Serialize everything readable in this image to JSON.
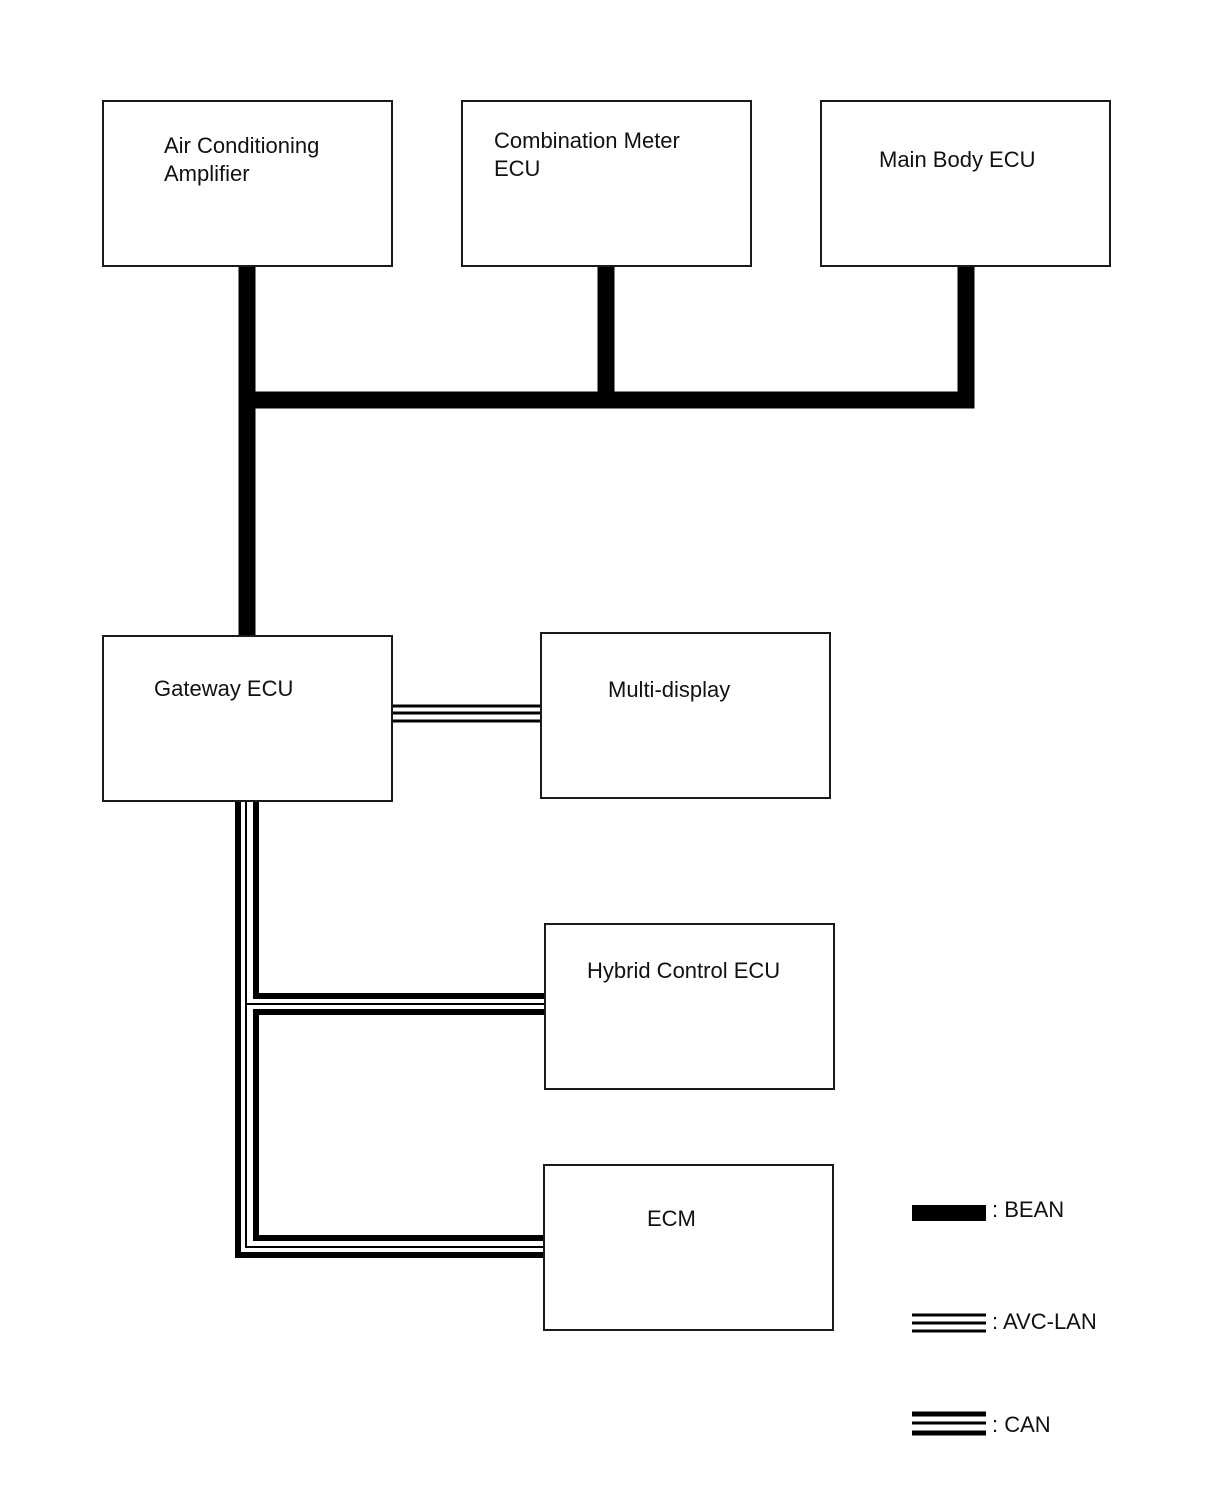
{
  "nodes": {
    "ac_amp": {
      "label": "Air Conditioning\nAmplifier"
    },
    "combination_meter": {
      "label": "Combination Meter\nECU"
    },
    "main_body": {
      "label": "Main Body ECU"
    },
    "gateway": {
      "label": "Gateway ECU"
    },
    "multi_display": {
      "label": "Multi-display"
    },
    "hybrid_control": {
      "label": "Hybrid Control ECU"
    },
    "ecm": {
      "label": "ECM"
    }
  },
  "legend": {
    "bean": {
      "label": ":  BEAN"
    },
    "avc_lan": {
      "label": ":  AVC-LAN"
    },
    "can": {
      "label": ":  CAN"
    }
  },
  "colors": {
    "line": "#000000",
    "box_border": "#1a1a1a",
    "background": "#ffffff"
  }
}
